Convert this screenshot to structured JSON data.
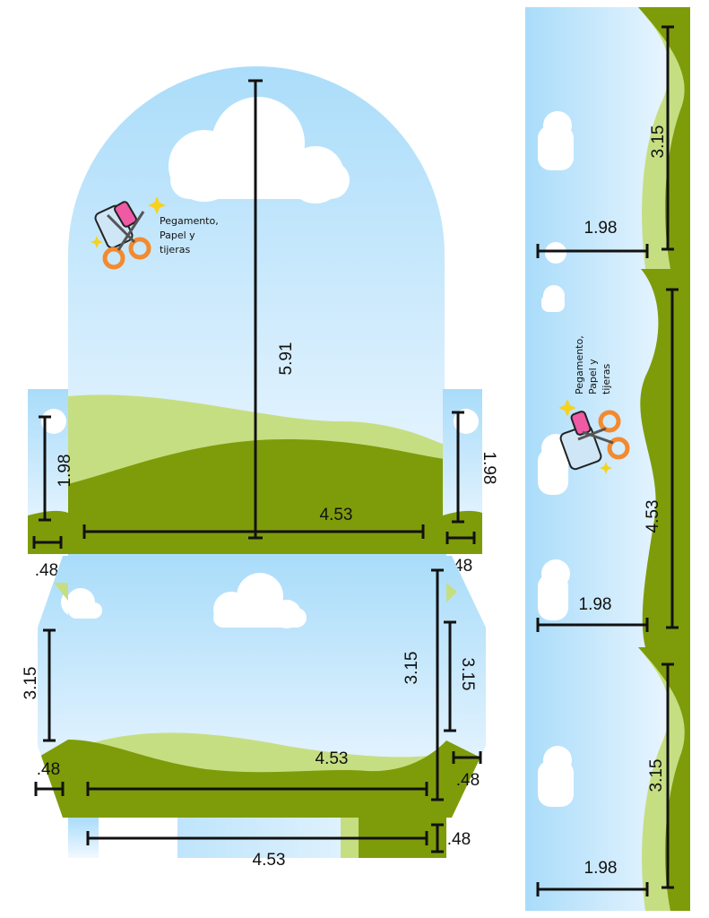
{
  "colors": {
    "sky_top": "#a9dcfa",
    "sky_bottom": "#f2f9ff",
    "hill_light": "#c6de82",
    "hill_dark": "#7e9c0a",
    "cloud": "#ffffff",
    "line": "#111111"
  },
  "logo": {
    "line1": "Pegamento,",
    "line2": "Papel y",
    "line3": "tijeras",
    "icon": "scissors-glue-icon"
  },
  "dimensions": {
    "front_height": "5.91",
    "front_width": "4.53",
    "left_tab_height": "1.98",
    "right_tab_height": "1.98",
    "left_tab_gap": ".48",
    "right_tab_gap": ".48",
    "left_flap_height": "3.15",
    "left_flap_gap": ".48",
    "base_height": "3.15",
    "base_width": "4.53",
    "right_flap_height": "3.15",
    "right_flap_gap": ".48",
    "bottom_strip_width": "4.53",
    "bottom_strip_gap": ".48",
    "side1_height": "3.15",
    "side1_width": "1.98",
    "side2_height": "4.53",
    "side2_width": "1.98",
    "side3_height": "3.15",
    "side3_width": "1.98"
  }
}
